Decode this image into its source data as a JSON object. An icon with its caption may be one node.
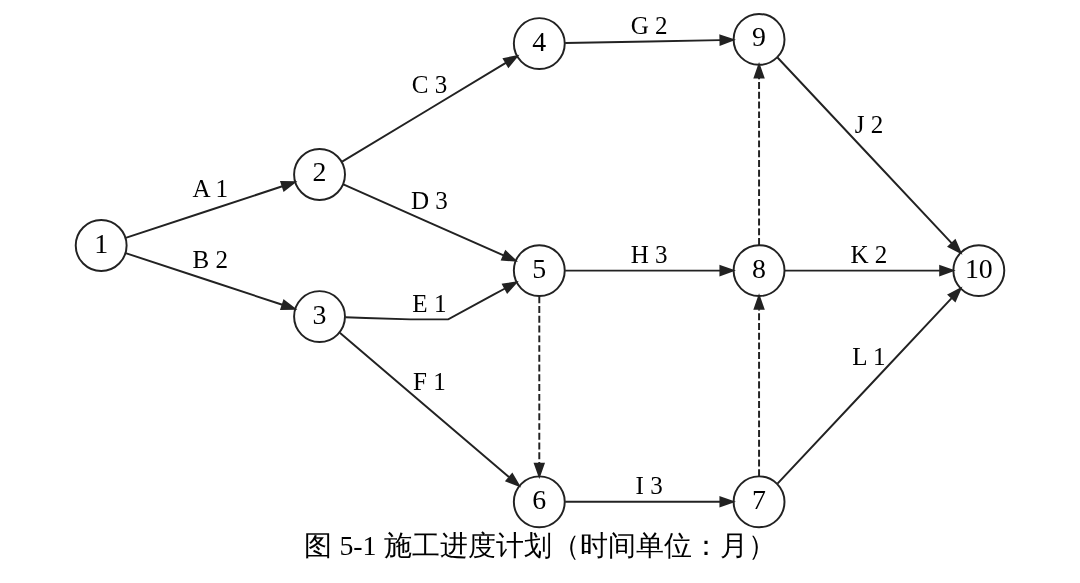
{
  "diagram": {
    "caption": "图 5-1 施工进度计划（时间单位：月）",
    "nodes": [
      {
        "text": [
          "1"
        ]
      },
      {
        "text": [
          "2"
        ]
      },
      {
        "text": [
          "3"
        ]
      },
      {
        "text": [
          "4"
        ]
      },
      {
        "text": [
          "5"
        ]
      },
      {
        "text": [
          "6"
        ]
      },
      {
        "text": [
          "7"
        ]
      },
      {
        "text": [
          "8"
        ]
      },
      {
        "text": [
          "9"
        ]
      },
      {
        "text": [
          "10"
        ]
      }
    ],
    "edges": [
      {
        "from": 0,
        "to": 1,
        "arrow": "to",
        "label": "A 1"
      },
      {
        "from": 1,
        "to": 3,
        "arrow": "to",
        "label": "C 3"
      },
      {
        "from": 3,
        "to": 8,
        "arrow": "to",
        "label": "G 2"
      },
      {
        "from": 8,
        "to": 9,
        "arrow": "to",
        "label": "J 2"
      },
      {
        "from": 1,
        "to": 4,
        "arrow": "to",
        "label": "D 3"
      },
      {
        "from": 4,
        "to": 7,
        "arrow": "to",
        "label": "H 3"
      },
      {
        "from": 7,
        "to": 9,
        "arrow": "to",
        "label": "K 2"
      },
      {
        "from": 0,
        "to": 2,
        "arrow": "to",
        "label": "B 2"
      },
      {
        "from": 2,
        "to": 4,
        "arrow": "to",
        "label": "E 1"
      },
      {
        "from": 2,
        "to": 5,
        "arrow": "to",
        "label": "F 1"
      },
      {
        "from": 5,
        "to": 6,
        "arrow": "to",
        "label": "I 3"
      },
      {
        "from": 6,
        "to": 9,
        "arrow": "to",
        "label": "L 1"
      },
      {
        "from": 4,
        "to": 5,
        "arrow": "to",
        "style": "dashed"
      },
      {
        "from": 7,
        "to": 8,
        "arrow": "to",
        "style": "dashed"
      },
      {
        "from": 6,
        "to": 7,
        "arrow": "to",
        "style": "dashed"
      }
    ]
  }
}
